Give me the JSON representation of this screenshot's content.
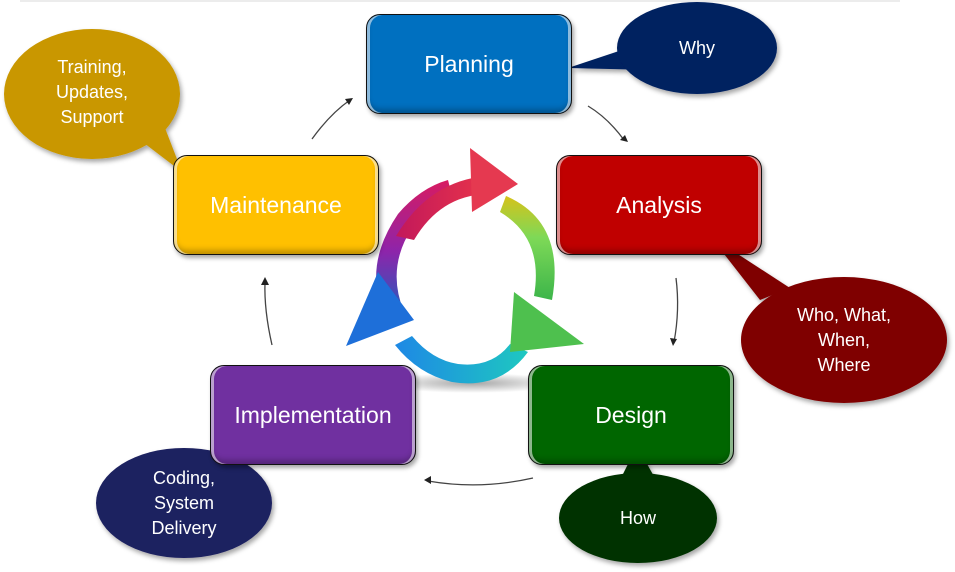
{
  "diagram": {
    "title": "Software Development Life Cycle",
    "phases": [
      {
        "id": "planning",
        "label": "Planning",
        "color": "#0070C0",
        "note": "Why",
        "note_color": "#002060"
      },
      {
        "id": "analysis",
        "label": "Analysis",
        "color": "#C00000",
        "note": "Who, What, When, Where",
        "note_lines": [
          "Who, What,",
          "When,",
          "Where"
        ],
        "note_color": "#7F0000"
      },
      {
        "id": "design",
        "label": "Design",
        "color": "#006600",
        "note": "How",
        "note_color": "#003300"
      },
      {
        "id": "implementation",
        "label": "Implementation",
        "color": "#7030A0",
        "note": "Coding, System Delivery",
        "note_lines": [
          "Coding,",
          "System",
          "Delivery"
        ],
        "note_color": "#1F2060"
      },
      {
        "id": "maintenance",
        "label": "Maintenance",
        "color": "#FFC000",
        "note": "Training, Updates, Support",
        "note_lines": [
          "Training,",
          "Updates,",
          "Support"
        ],
        "note_color": "#C99700"
      }
    ],
    "flow": [
      "planning",
      "analysis",
      "design",
      "implementation",
      "maintenance",
      "planning"
    ],
    "center_icon": "cycle-arrows-icon"
  }
}
